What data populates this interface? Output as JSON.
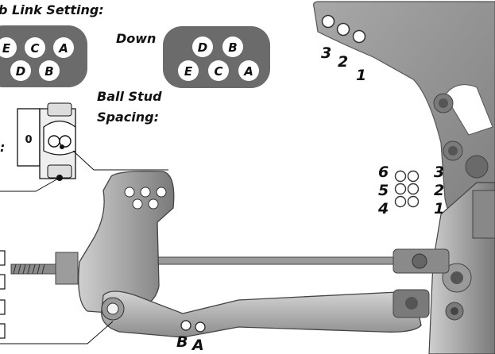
{
  "labels": {
    "link_setting_title": "b Link Setting:",
    "down_label": "Down",
    "ball_stud_title_line1": "Ball Stud",
    "ball_stud_title_line2": "Spacing:",
    "colon_left": ":"
  },
  "hole_groups": {
    "up_top": [
      "E",
      "C",
      "A"
    ],
    "up_bottom": [
      "D",
      "B"
    ],
    "down_top": [
      "D",
      "B"
    ],
    "down_bottom": [
      "E",
      "C",
      "A"
    ]
  },
  "tower_holes_top": [
    "3",
    "2",
    "1"
  ],
  "tower_holes_left": [
    "6",
    "5",
    "4"
  ],
  "tower_holes_right": [
    "3",
    "2",
    "1"
  ],
  "arm_holes": [
    "B",
    "A"
  ],
  "colors": {
    "part_light": "#bdbdbd",
    "part_mid": "#9a9a9a",
    "part_dark": "#5a5a5a",
    "panel": "#6b6b6b",
    "hole": "#ffffff",
    "line": "#111111"
  }
}
